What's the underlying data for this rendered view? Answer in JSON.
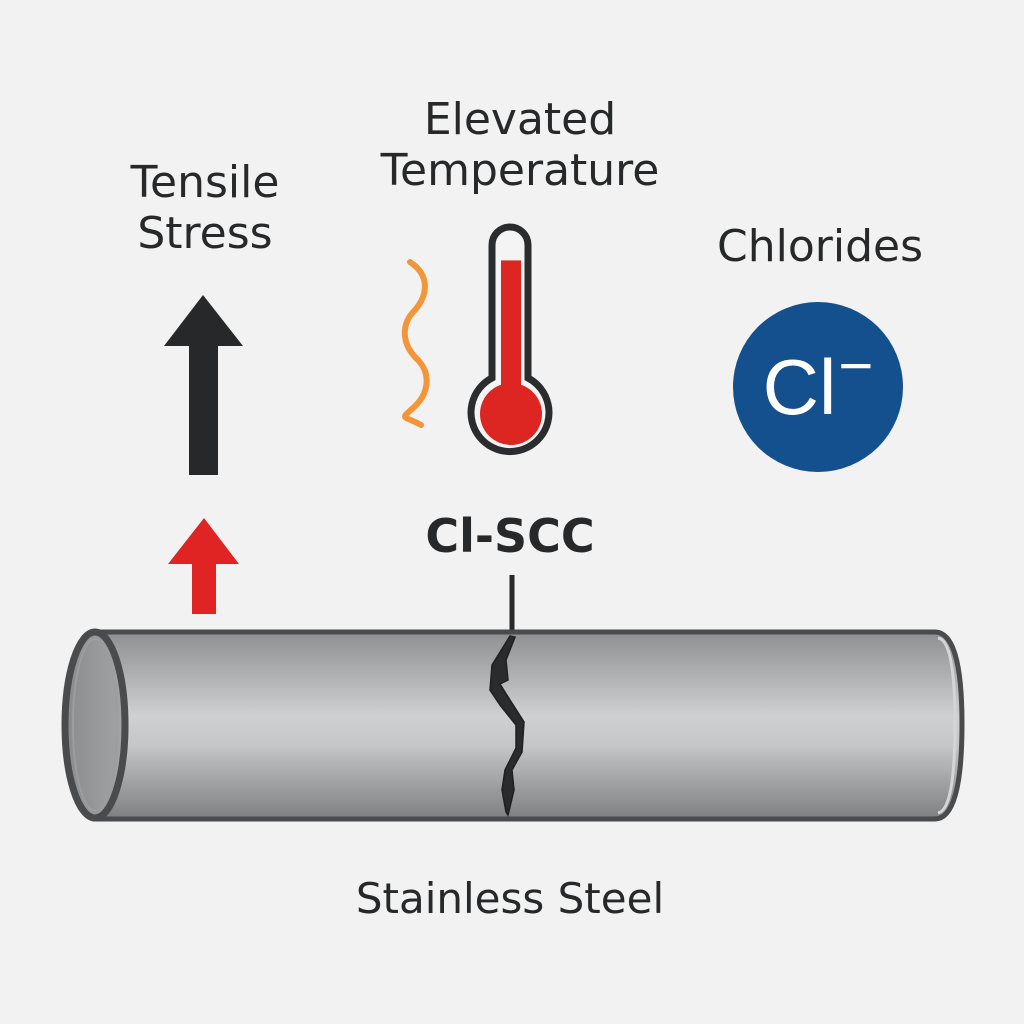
{
  "labels": {
    "tensile_stress": "Tensile Stress",
    "elevated_temperature": "Elevated Temperature",
    "chlorides": "Chlorides",
    "cl_scc": "Cl-SCC",
    "stainless_steel": "Stainless Steel"
  },
  "chloride_badge": {
    "symbol": "Cl",
    "charge": "−"
  },
  "colors": {
    "background": "#f2f2f2",
    "text": "#262829",
    "stress_arrow": "#262829",
    "small_arrow": "#e02424",
    "thermometer_fill": "#dd2522",
    "heat_wave": "#f3963a",
    "chloride_badge": "#144f8e",
    "pipe_outline": "#4a4b4c"
  },
  "icons": [
    "tensile-arrow-icon",
    "stress-arrow-icon",
    "heat-wave-icon",
    "thermometer-icon",
    "chloride-ion-icon",
    "crack-icon",
    "pipe-icon"
  ],
  "thermometer_fill_fraction": 0.9
}
